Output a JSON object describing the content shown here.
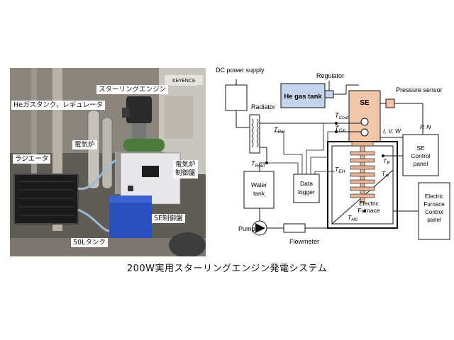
{
  "photo": {
    "labels": {
      "stirling": "スターリングエンジン",
      "he": "Heガスタンク，レギュレータ",
      "furnace": "電気炉",
      "radiator": "ラジエータ",
      "panel_furnace_1": "電気炉",
      "panel_furnace_2": "制御盤",
      "se_panel": "SE制御盤",
      "tank50": "50Lタンク",
      "keyence": "KEYENCE"
    }
  },
  "diagram": {
    "dc_power": "DC power supply",
    "regulator": "Regulator",
    "he_tank": "He gas tank",
    "se": "SE",
    "pressure_sensor": "Pressure sensor",
    "radiator": "Radiator",
    "t_rin": "T",
    "t_rin_sub": "Rin",
    "t_cout": "T",
    "t_cout_sub": "Cout",
    "t_cin": "T",
    "t_cin_sub": "Cin",
    "ivw": "I,  V,  W",
    "pn": "P,  N",
    "t_rout": "T",
    "t_rout_sub": "Rout",
    "t_e": "T",
    "t_e_sub": "E",
    "t_eh": "T",
    "t_eh_sub": "EH",
    "t_h": "T",
    "t_h_sub": "H",
    "se_panel_1": "SE",
    "se_panel_2": "Control",
    "se_panel_3": "panel",
    "water_tank_1": "Water",
    "water_tank_2": "tank",
    "data_logger_1": "Data",
    "data_logger_2": "logger",
    "electric_furnace_1": "Electric",
    "electric_furnace_2": "Furnace",
    "t_hs": "T",
    "t_hs_sub": "HS",
    "efcp_1": "Electric",
    "efcp_2": "Furnace",
    "efcp_3": "Control",
    "efcp_4": "panel",
    "pump": "Pump",
    "flowmeter": "Flowmeter"
  },
  "caption": "200W実用スターリングエンジン発電システム",
  "colors": {
    "he_tank_fill": "#c5d3ec",
    "se_fill": "#f2c6a8",
    "heater_fill": "#e6b597",
    "line": "#111111"
  }
}
